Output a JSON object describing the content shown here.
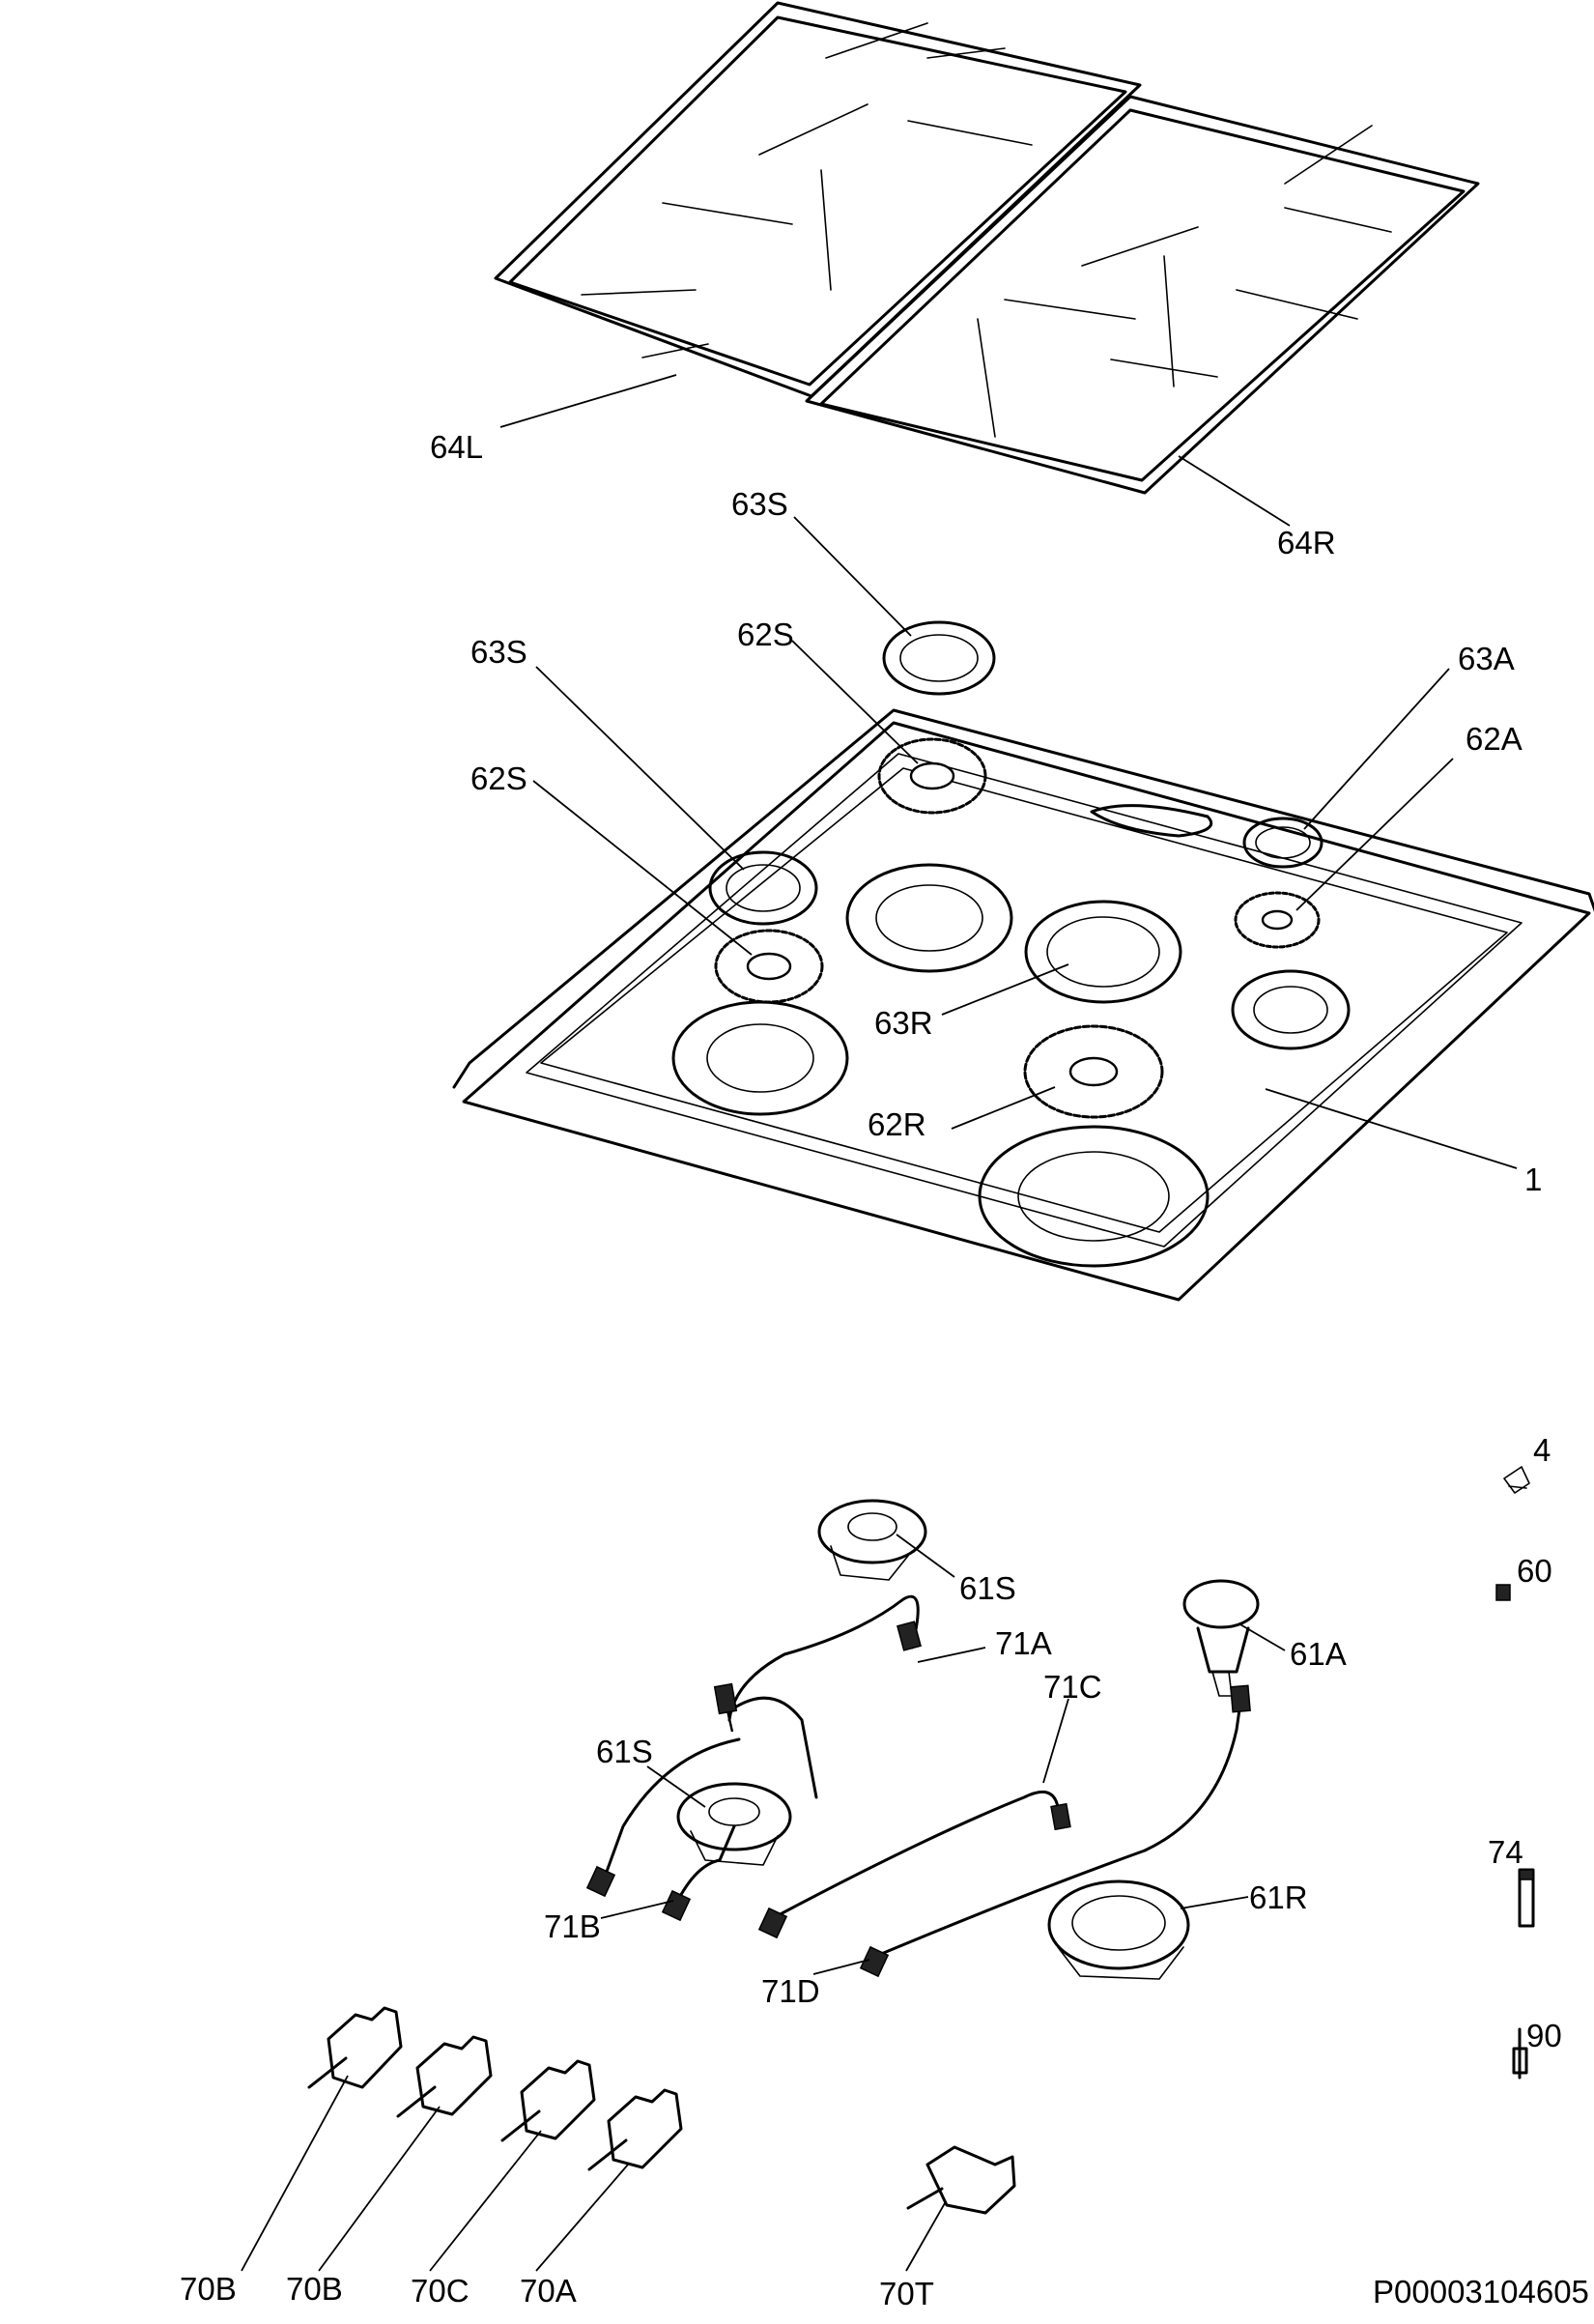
{
  "diagram": {
    "drawing_code": "P00003104605",
    "labels": {
      "l_64L": "64L",
      "l_64R": "64R",
      "l_63S_top": "63S",
      "l_63S_left": "63S",
      "l_62S_top": "62S",
      "l_62S_left": "62S",
      "l_63A": "63A",
      "l_62A": "62A",
      "l_63R": "63R",
      "l_62R": "62R",
      "l_1": "1",
      "l_4": "4",
      "l_60": "60",
      "l_61S_top": "61S",
      "l_61A": "61A",
      "l_71A": "71A",
      "l_71C": "71C",
      "l_61S_mid": "61S",
      "l_61R": "61R",
      "l_71B": "71B",
      "l_71D": "71D",
      "l_74": "74",
      "l_90": "90",
      "l_70B_1": "70B",
      "l_70B_2": "70B",
      "l_70C": "70C",
      "l_70A": "70A",
      "l_70T": "70T"
    }
  }
}
